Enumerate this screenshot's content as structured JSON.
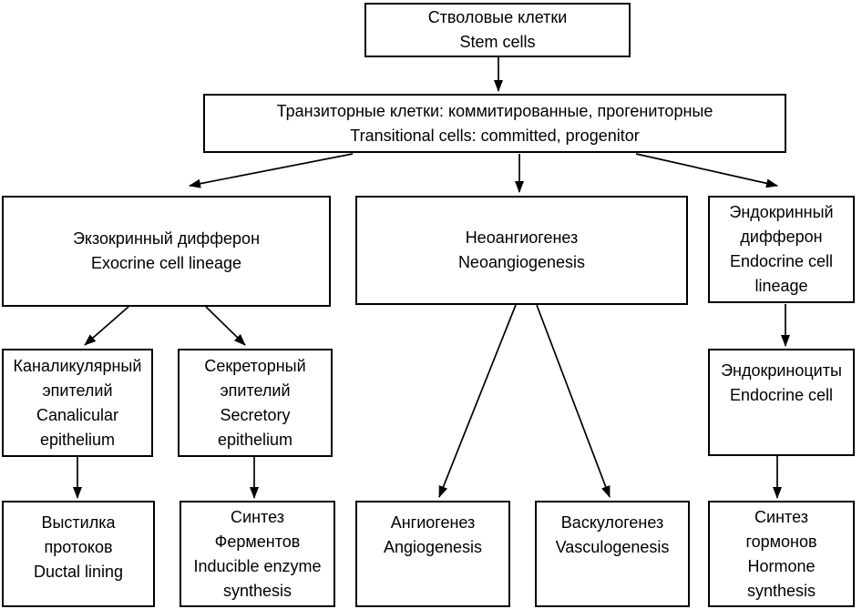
{
  "page": {
    "background": "#ffffff"
  },
  "style": {
    "box_border_color": "#000000",
    "text_color": "#000000",
    "arrow_color": "#000000"
  },
  "nodes": {
    "stem": {
      "text": "Стволовые клетки\nStem cells"
    },
    "transitional": {
      "text": "Транзиторные клетки: коммитированные, прогениторные\nTransitional cells: committed, progenitor"
    },
    "exocrine_lineage": {
      "text": "Экзокринный дифферон\nExocrine cell lineage"
    },
    "neoangiogenesis": {
      "text": "Неоангиогенез\nNeoangiogenesis"
    },
    "endocrine_lineage": {
      "text": "Эндокринный\nдифферон\nEndocrine cell\nlineage"
    },
    "canalicular_epithelium": {
      "text": "Каналикулярный\nэпителий\nCanalicular\nepithelium"
    },
    "secretory_epithelium": {
      "text": "Секреторный\nэпителий\nSecretory\nepithelium"
    },
    "endocrinocytes": {
      "text": "Эндокриноциты\nEndocrine cell"
    },
    "ductal_lining": {
      "text": "Выстилка\nпротоков\nDuctal lining"
    },
    "enzyme_synthesis": {
      "text": "Синтез\nФерментов\nInducible enzyme\nsynthesis"
    },
    "angiogenesis": {
      "text": "Ангиогенез\nAngiogenesis"
    },
    "vasculogenesis": {
      "text": "Васкулогенез\nVasculogenesis"
    },
    "hormone_synthesis": {
      "text": "Синтез\nгормонов\nHormone\nsynthesis"
    }
  },
  "edges": [
    {
      "from": "stem",
      "to": "transitional"
    },
    {
      "from": "transitional",
      "to": "exocrine_lineage"
    },
    {
      "from": "transitional",
      "to": "neoangiogenesis"
    },
    {
      "from": "transitional",
      "to": "endocrine_lineage"
    },
    {
      "from": "exocrine_lineage",
      "to": "canalicular_epithelium"
    },
    {
      "from": "exocrine_lineage",
      "to": "secretory_epithelium"
    },
    {
      "from": "canalicular_epithelium",
      "to": "ductal_lining"
    },
    {
      "from": "secretory_epithelium",
      "to": "enzyme_synthesis"
    },
    {
      "from": "neoangiogenesis",
      "to": "angiogenesis"
    },
    {
      "from": "neoangiogenesis",
      "to": "vasculogenesis"
    },
    {
      "from": "endocrine_lineage",
      "to": "endocrinocytes"
    },
    {
      "from": "endocrinocytes",
      "to": "hormone_synthesis"
    }
  ]
}
